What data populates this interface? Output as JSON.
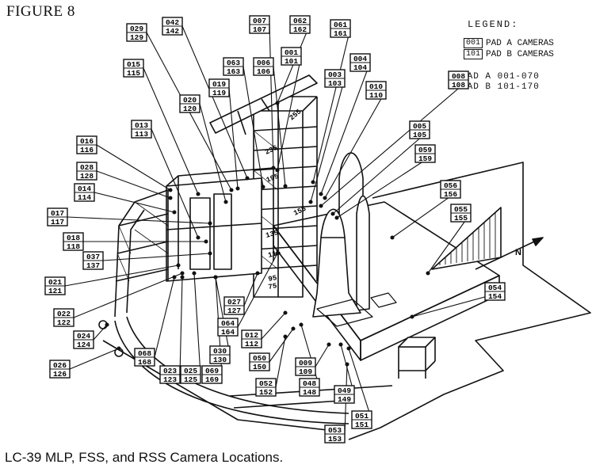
{
  "figure": {
    "title": "FIGURE 8",
    "caption": "LC-39 MLP, FSS, and RSS Camera Locations."
  },
  "legend": {
    "title": "LEGEND:",
    "entries": [
      {
        "code": "001",
        "label": "PAD A CAMERAS"
      },
      {
        "code": "101",
        "label": "PAD B CAMERAS"
      }
    ],
    "ranges": [
      "PAD A 001-070",
      "PAD B 101-170"
    ]
  },
  "north_label": "N",
  "callouts": [
    {
      "a": "029",
      "b": "129"
    },
    {
      "a": "042",
      "b": "142"
    },
    {
      "a": "007",
      "b": "107"
    },
    {
      "a": "062",
      "b": "162"
    },
    {
      "a": "061",
      "b": "161"
    },
    {
      "a": "001",
      "b": "101"
    },
    {
      "a": "006",
      "b": "106"
    },
    {
      "a": "063",
      "b": "163"
    },
    {
      "a": "004",
      "b": "104"
    },
    {
      "a": "003",
      "b": "103"
    },
    {
      "a": "015",
      "b": "115"
    },
    {
      "a": "019",
      "b": "119"
    },
    {
      "a": "008",
      "b": "108"
    },
    {
      "a": "010",
      "b": "110"
    },
    {
      "a": "020",
      "b": "120"
    },
    {
      "a": "013",
      "b": "113"
    },
    {
      "a": "005",
      "b": "105"
    },
    {
      "a": "059",
      "b": "159"
    },
    {
      "a": "016",
      "b": "116"
    },
    {
      "a": "028",
      "b": "128"
    },
    {
      "a": "056",
      "b": "156"
    },
    {
      "a": "014",
      "b": "114"
    },
    {
      "a": "055",
      "b": "155"
    },
    {
      "a": "017",
      "b": "117"
    },
    {
      "a": "018",
      "b": "118"
    },
    {
      "a": "037",
      "b": "137"
    },
    {
      "a": "021",
      "b": "121"
    },
    {
      "a": "054",
      "b": "154"
    },
    {
      "a": "027",
      "b": "127"
    },
    {
      "a": "022",
      "b": "122"
    },
    {
      "a": "064",
      "b": "164"
    },
    {
      "a": "012",
      "b": "112"
    },
    {
      "a": "024",
      "b": "124"
    },
    {
      "a": "068",
      "b": "168"
    },
    {
      "a": "030",
      "b": "130"
    },
    {
      "a": "050",
      "b": "150"
    },
    {
      "a": "009",
      "b": "109"
    },
    {
      "a": "026",
      "b": "126"
    },
    {
      "a": "023",
      "b": "123"
    },
    {
      "a": "025",
      "b": "125"
    },
    {
      "a": "069",
      "b": "169"
    },
    {
      "a": "052",
      "b": "152"
    },
    {
      "a": "048",
      "b": "148"
    },
    {
      "a": "049",
      "b": "149"
    },
    {
      "a": "051",
      "b": "151"
    },
    {
      "a": "053",
      "b": "153"
    }
  ],
  "tower_level_labels": [
    "255",
    "235",
    "195",
    "155",
    "135",
    "115",
    "95",
    "75"
  ]
}
